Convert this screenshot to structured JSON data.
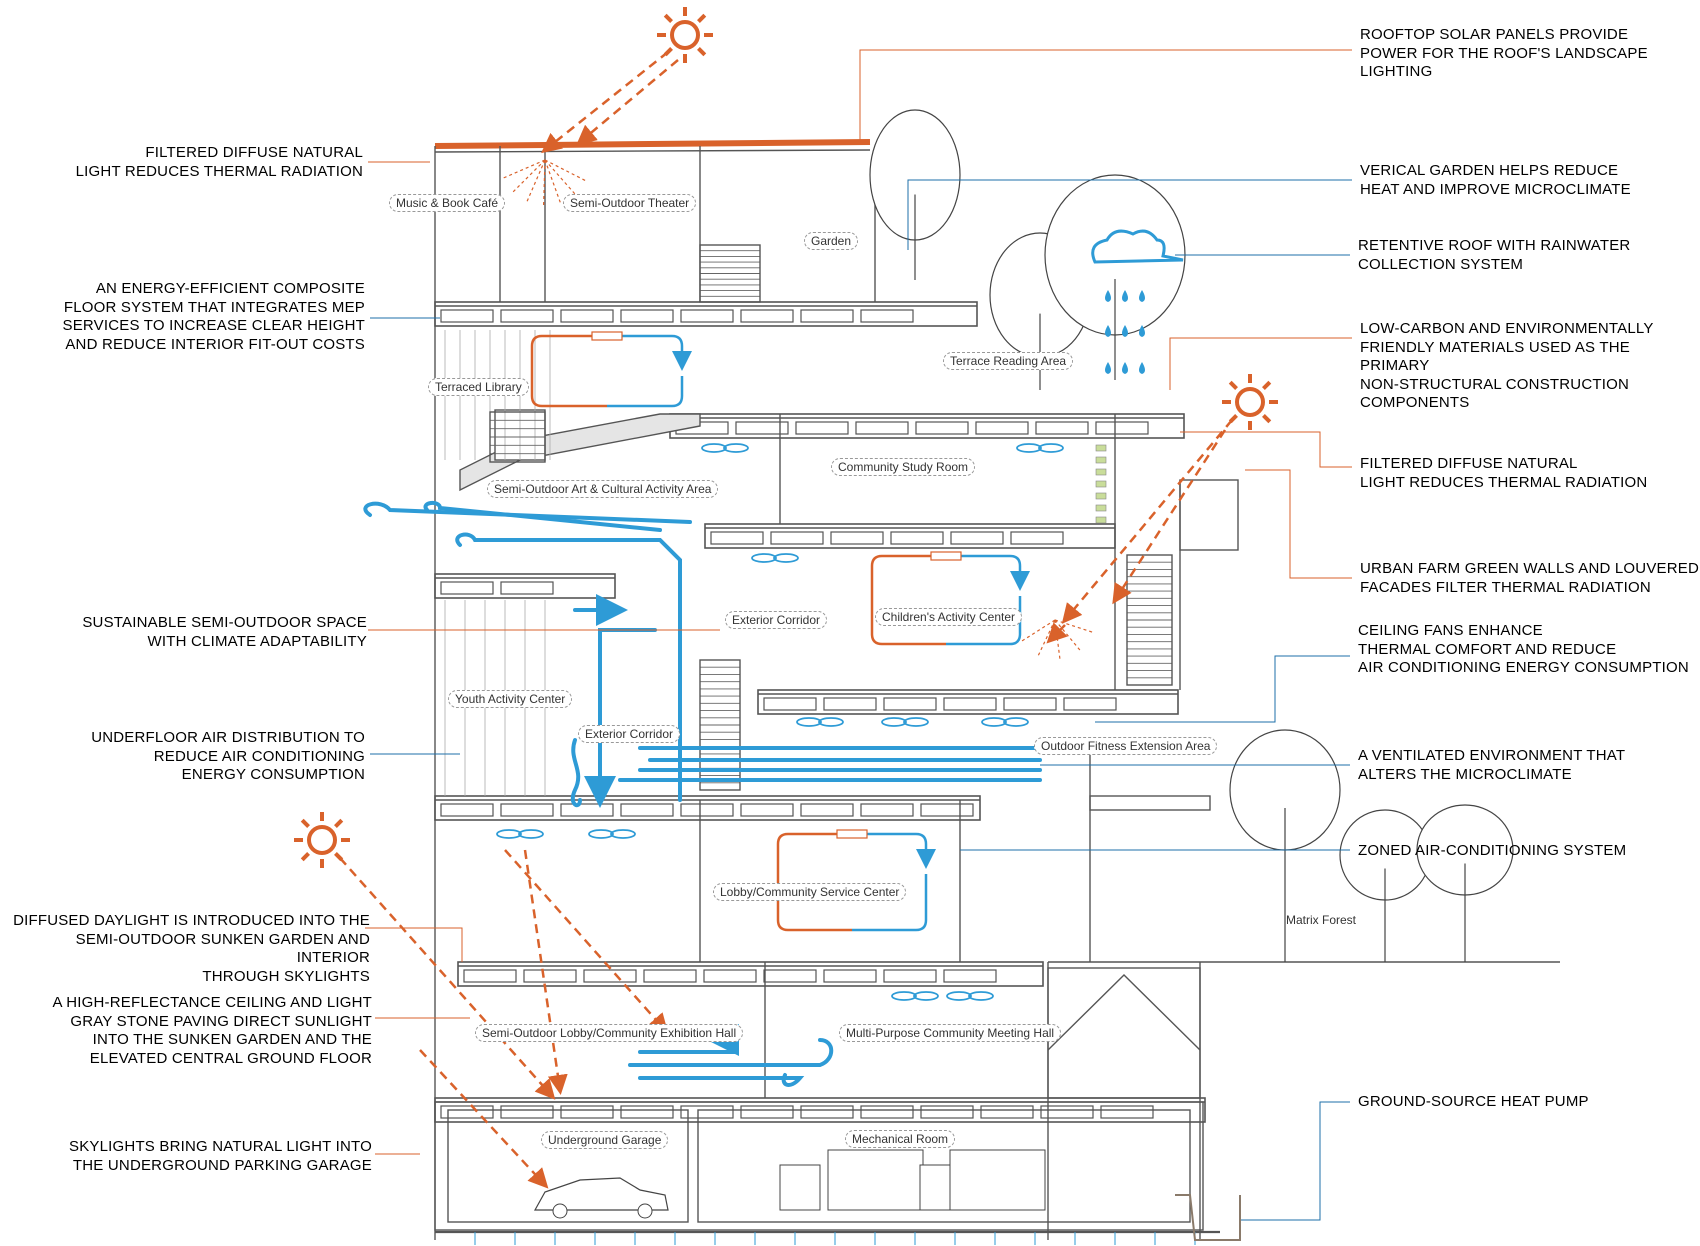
{
  "annotations_left": [
    {
      "id": "l1",
      "color": "o",
      "text": "FILTERED DIFFUSE NATURAL\nLIGHT REDUCES THERMAL RADIATION"
    },
    {
      "id": "l2",
      "color": "b",
      "text": "AN ENERGY-EFFICIENT COMPOSITE\nFLOOR SYSTEM THAT INTEGRATES MEP\nSERVICES TO INCREASE CLEAR HEIGHT\nAND REDUCE INTERIOR FIT-OUT COSTS"
    },
    {
      "id": "l3",
      "color": "o",
      "text": "SUSTAINABLE SEMI-OUTDOOR SPACE\nWITH CLIMATE ADAPTABILITY"
    },
    {
      "id": "l4",
      "color": "b",
      "text": "UNDERFLOOR AIR DISTRIBUTION TO\nREDUCE AIR CONDITIONING\nENERGY CONSUMPTION"
    },
    {
      "id": "l5",
      "color": "o",
      "text": "DIFFUSED DAYLIGHT IS INTRODUCED INTO THE\nSEMI-OUTDOOR SUNKEN GARDEN AND INTERIOR\nTHROUGH SKYLIGHTS"
    },
    {
      "id": "l6",
      "color": "o",
      "text": "A HIGH-REFLECTANCE CEILING AND LIGHT\nGRAY STONE PAVING DIRECT SUNLIGHT\nINTO THE SUNKEN GARDEN AND THE\nELEVATED CENTRAL GROUND FLOOR"
    },
    {
      "id": "l7",
      "color": "o",
      "text": "SKYLIGHTS BRING NATURAL LIGHT INTO\nTHE UNDERGROUND PARKING GARAGE"
    }
  ],
  "annotations_right": [
    {
      "id": "r1",
      "color": "o",
      "text": "ROOFTOP SOLAR PANELS PROVIDE\nPOWER FOR THE ROOF'S LANDSCAPE\nLIGHTING"
    },
    {
      "id": "r2",
      "color": "b",
      "text": "VERICAL GARDEN HELPS REDUCE\nHEAT AND IMPROVE MICROCLIMATE"
    },
    {
      "id": "r3",
      "color": "b",
      "text": "RETENTIVE ROOF WITH RAINWATER\nCOLLECTION SYSTEM"
    },
    {
      "id": "r4",
      "color": "o",
      "text": "LOW-CARBON AND ENVIRONMENTALLY\nFRIENDLY MATERIALS USED AS THE PRIMARY\nNON-STRUCTURAL CONSTRUCTION\nCOMPONENTS"
    },
    {
      "id": "r5",
      "color": "o",
      "text": "FILTERED DIFFUSE NATURAL\nLIGHT REDUCES THERMAL RADIATION"
    },
    {
      "id": "r6",
      "color": "o",
      "text": "URBAN FARM GREEN WALLS AND LOUVERED\nFACADES FILTER THERMAL RADIATION"
    },
    {
      "id": "r7",
      "color": "b",
      "text": "CEILING FANS ENHANCE\nTHERMAL COMFORT AND REDUCE\nAIR CONDITIONING ENERGY CONSUMPTION"
    },
    {
      "id": "r8",
      "color": "b",
      "text": "A VENTILATED ENVIRONMENT THAT\nALTERS THE MICROCLIMATE"
    },
    {
      "id": "r9",
      "color": "b",
      "text": "ZONED AIR-CONDITIONING SYSTEM"
    },
    {
      "id": "r10",
      "color": "b",
      "text": "GROUND-SOURCE HEAT PUMP"
    }
  ],
  "rooms": [
    "Music & Book Café",
    "Semi-Outdoor Theater",
    "Garden",
    "Terraced Library",
    "Terrace Reading Area",
    "Community Study Room",
    "Semi-Outdoor Art & Cultural Activity Area",
    "Exterior Corridor",
    "Children's Activity Center",
    "Youth Activity Center",
    "Exterior Corridor",
    "Outdoor Fitness Extension Area",
    "Lobby/Community Service Center",
    "Semi-Outdoor Lobby/Community Exhibition Hall",
    "Multi-Purpose Community Meeting Hall",
    "Underground Garage",
    "Mechanical Room"
  ],
  "plain_labels": [
    "Matrix Forest"
  ],
  "colors": {
    "orange": "#d9622b",
    "blue": "#2e9bd6",
    "dark_blue": "#1e6fa8",
    "line": "#555555"
  }
}
